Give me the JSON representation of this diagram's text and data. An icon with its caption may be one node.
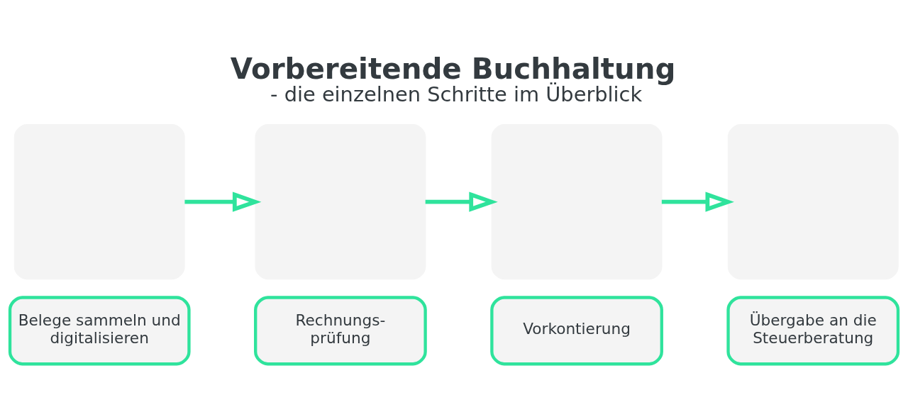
{
  "diagram": {
    "title": "Vorbereitende Buchhaltung",
    "caption": "- die einzelnen Schritte im Überblick",
    "nodes": [
      {
        "text": [],
        "shape": "box"
      },
      {
        "text": [],
        "shape": "box"
      },
      {
        "text": [],
        "shape": "box"
      },
      {
        "text": [],
        "shape": "box"
      },
      {
        "text": [
          "Belege sammeln und digitalisieren"
        ]
      },
      {
        "text": [
          "Rechnungs- prüfung"
        ]
      },
      {
        "text": [
          "Vorkontierung"
        ]
      },
      {
        "text": [
          "Übergabe an die Steuerberatung"
        ]
      }
    ],
    "edges": [
      {
        "from": 0,
        "to": 1,
        "arrow": "to"
      },
      {
        "from": 1,
        "to": 2,
        "arrow": "to"
      },
      {
        "from": 2,
        "to": 3,
        "arrow": "to"
      }
    ]
  }
}
